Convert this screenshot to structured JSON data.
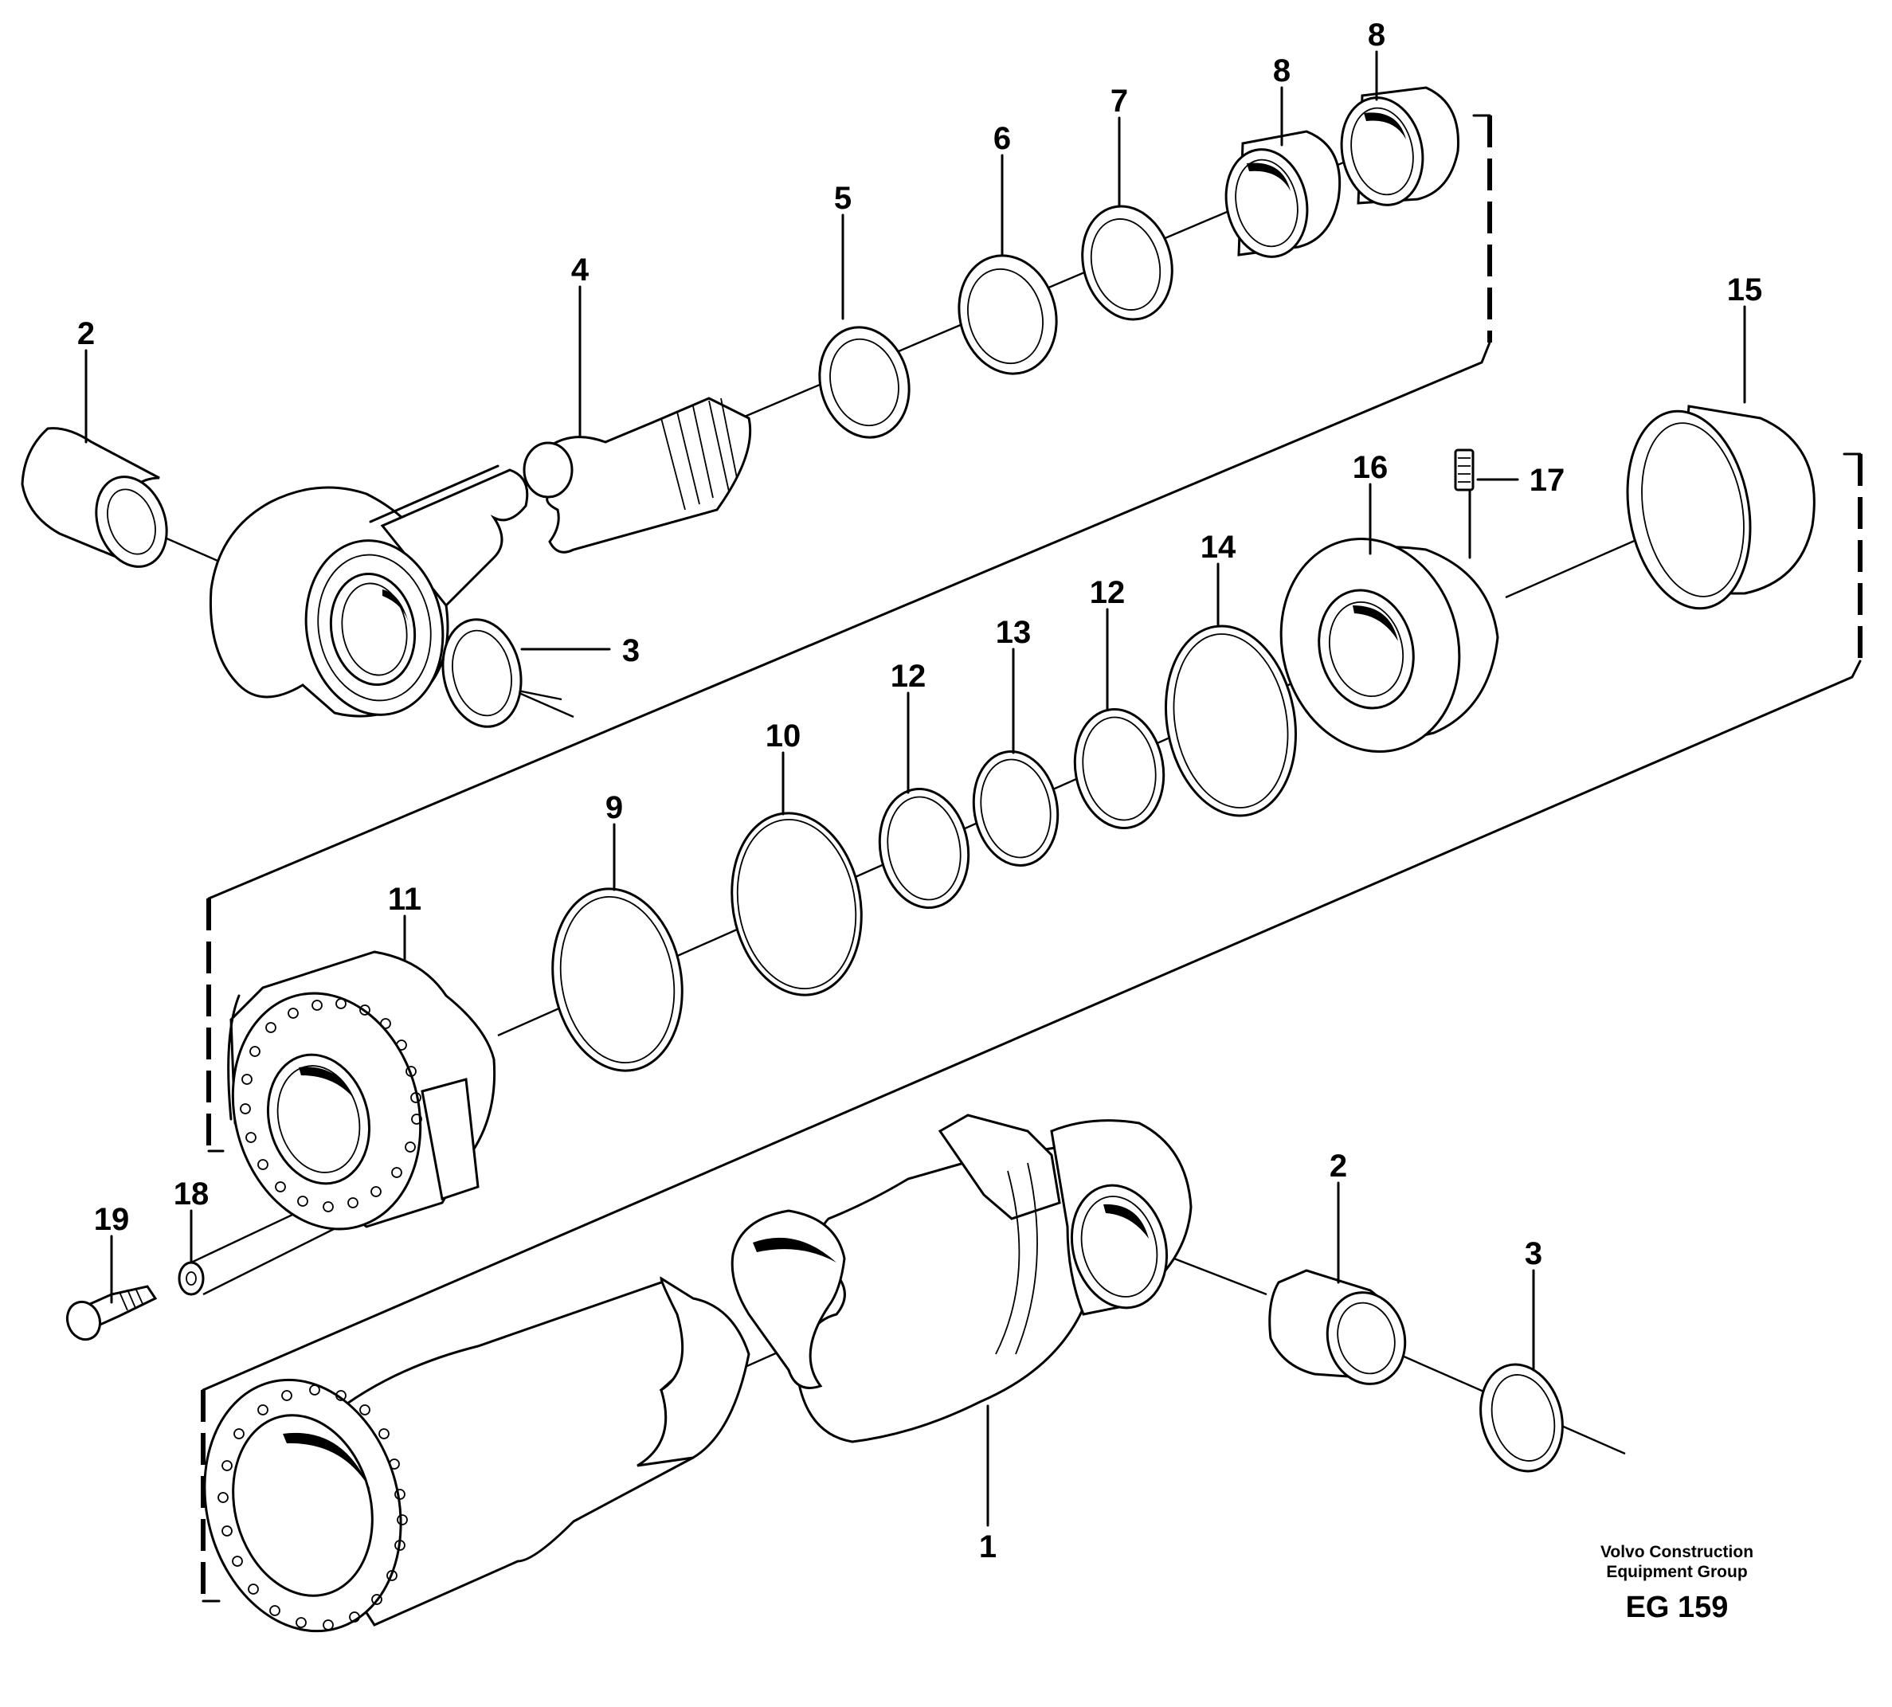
{
  "diagram": {
    "callouts": {
      "c1": "1",
      "c2a": "2",
      "c2b": "2",
      "c3a": "3",
      "c3b": "3",
      "c4": "4",
      "c5": "5",
      "c6": "6",
      "c7": "7",
      "c8a": "8",
      "c8b": "8",
      "c9": "9",
      "c10": "10",
      "c11": "11",
      "c12a": "12",
      "c12b": "12",
      "c13": "13",
      "c14": "14",
      "c15": "15",
      "c16": "16",
      "c17": "17",
      "c18": "18",
      "c19": "19"
    },
    "footer": {
      "company_line1": "Volvo Construction",
      "company_line2": "Equipment Group",
      "code": "EG 159"
    }
  }
}
